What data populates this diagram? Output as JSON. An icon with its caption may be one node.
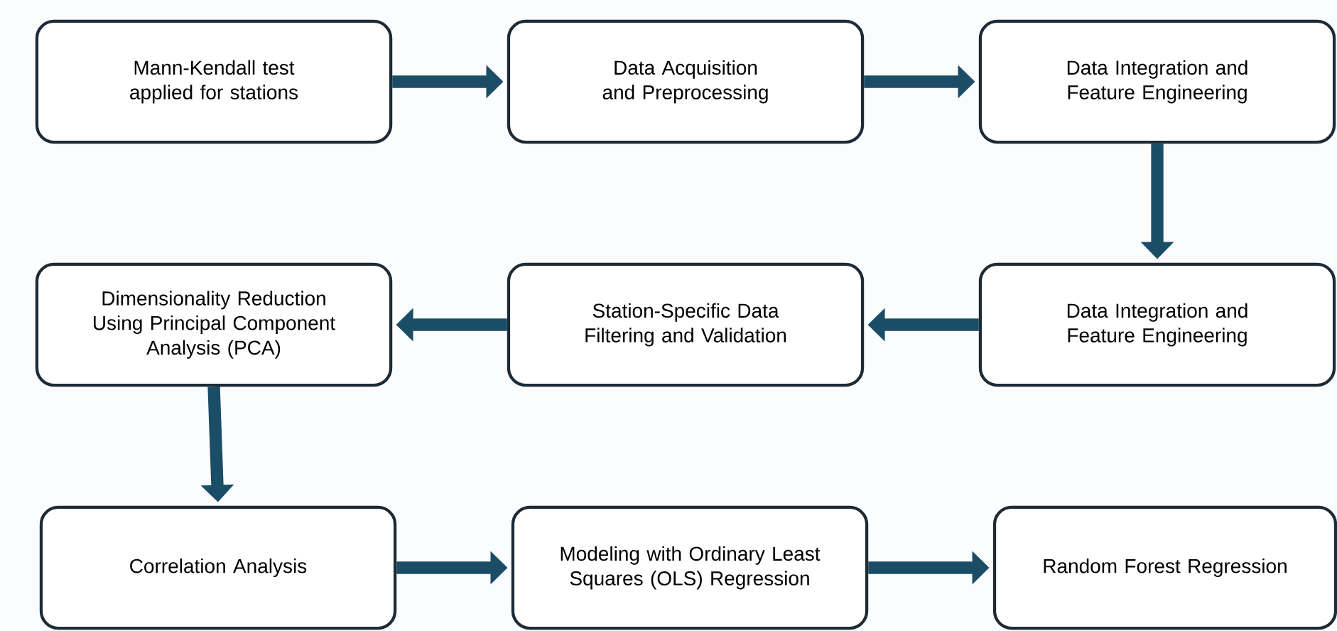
{
  "diagram": {
    "nodes": [
      {
        "text": [
          "Mann-Kendall test applied for stations"
        ]
      },
      {
        "text": [
          "Data Acquisition and Preprocessing"
        ]
      },
      {
        "text": [
          "Data Integration and Feature Engineering"
        ]
      },
      {
        "text": [
          "Data Integration and Feature Engineering"
        ]
      },
      {
        "text": [
          "Station-Specific Data Filtering and Validation"
        ]
      },
      {
        "text": [
          "Dimensionality Reduction Using Principal Component Analysis (PCA)"
        ]
      },
      {
        "text": [
          "Correlation Analysis"
        ]
      },
      {
        "text": [
          "Modeling with Ordinary Least Squares (OLS) Regression"
        ]
      },
      {
        "text": [
          "Random Forest Regression"
        ]
      }
    ],
    "edges": [
      {
        "from": 0,
        "to": 1,
        "arrow": "to"
      },
      {
        "from": 1,
        "to": 2,
        "arrow": "to"
      },
      {
        "from": 2,
        "to": 3,
        "arrow": "to"
      },
      {
        "from": 3,
        "to": 4,
        "arrow": "to"
      },
      {
        "from": 4,
        "to": 5,
        "arrow": "to"
      },
      {
        "from": 5,
        "to": 6,
        "arrow": "to"
      },
      {
        "from": 6,
        "to": 7,
        "arrow": "to"
      },
      {
        "from": 7,
        "to": 8,
        "arrow": "to"
      }
    ]
  }
}
